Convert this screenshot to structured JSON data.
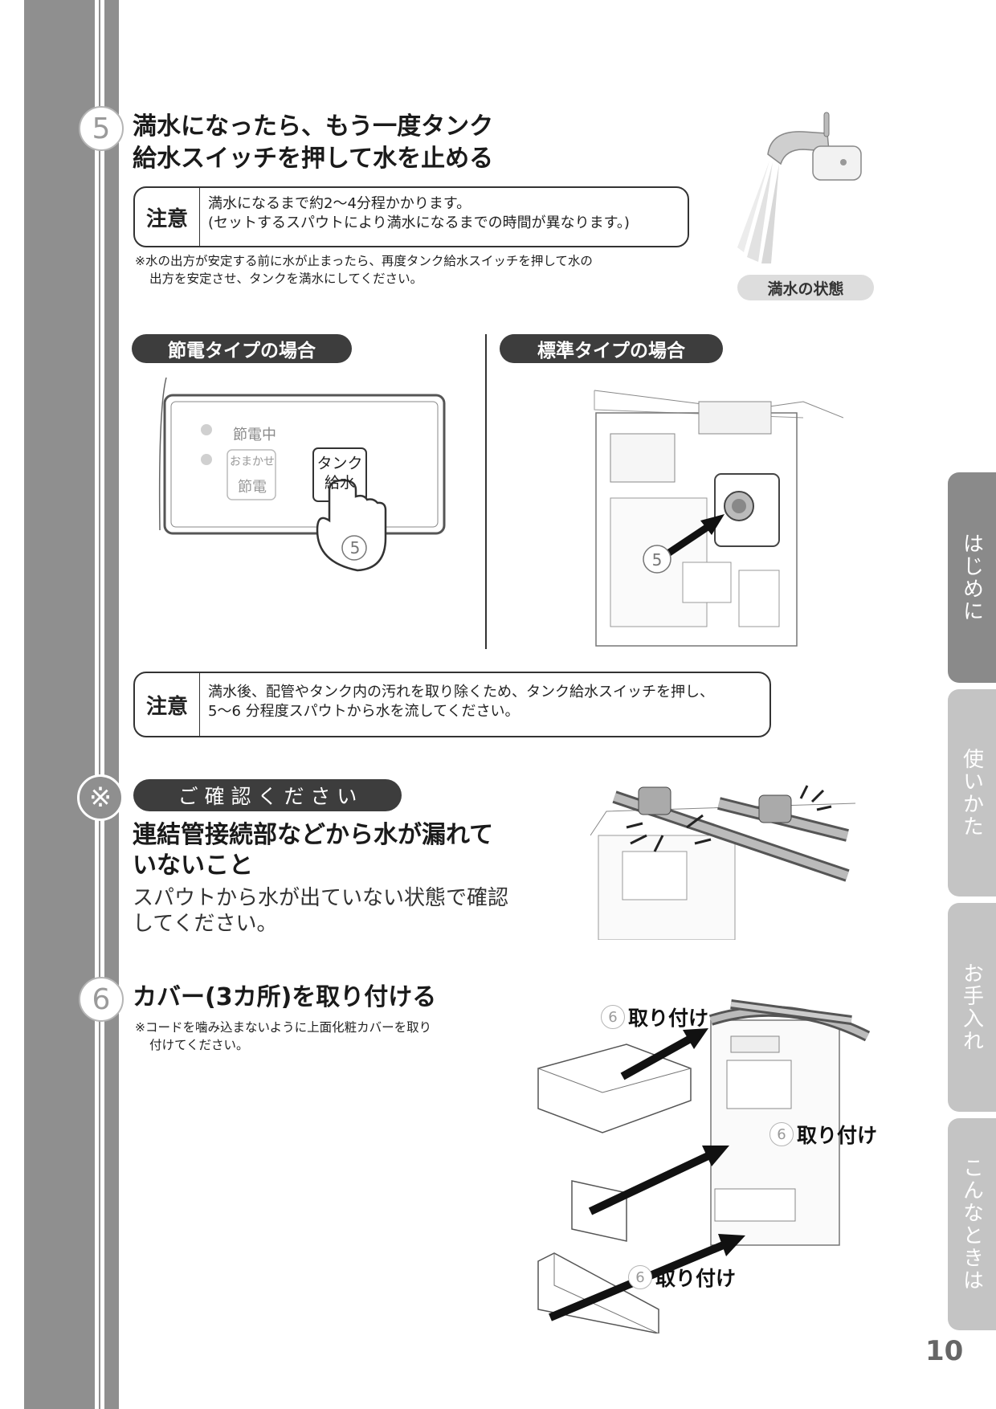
{
  "step5": {
    "number": "5",
    "title_line1": "満水になったら、もう一度タンク",
    "title_line2": "給水スイッチを押して水を止める",
    "caution1": {
      "label": "注意",
      "line1": "満水になるまで約2〜4分程かかります。",
      "line2": "(セットするスパウトにより満水になるまでの時間が異なります。)"
    },
    "note_line1": "※水の出方が安定する前に水が止まったら、再度タンク給水スイッチを押して水の",
    "note_line2": "出方を安定させ、タンクを満水にしてください。",
    "faucet_caption": "満水の状態",
    "setsuden_title": "節電タイプの場合",
    "standard_title": "標準タイプの場合",
    "panel": {
      "indicator": "節電中",
      "omakase_line1": "おまかせ",
      "omakase_line2": "節電",
      "tank_line1": "タンク",
      "tank_line2": "給水",
      "step_mark": "5"
    },
    "caution2": {
      "label": "注意",
      "line1": "満水後、配管やタンク内の汚れを取り除くため、タンク給水スイッチを押し、",
      "line2": "5〜6 分程度スパウトから水を流してください。"
    }
  },
  "confirm": {
    "symbol": "※",
    "pill": "ご 確 認 く だ さ い",
    "title_line1": "連結管接続部などから水が漏れて",
    "title_line2": "いないこと",
    "body_line1": "スパウトから水が出ていない状態で確認",
    "body_line2": "してください。"
  },
  "step6": {
    "number": "6",
    "title": "カバー(3カ所)を取り付ける",
    "note_line1": "※コードを噛み込まないように上面化粧カバーを取り",
    "note_line2": "付けてください。",
    "label_mark": "6",
    "label_text": "取り付け"
  },
  "tabs": [
    {
      "label": "はじめに",
      "active": true
    },
    {
      "label": "使いかた",
      "active": false
    },
    {
      "label": "お手入れ",
      "active": false
    },
    {
      "label": "こんなときは",
      "active": false
    }
  ],
  "page_number": "10",
  "colors": {
    "strip": "#8f8f8f",
    "tab_active": "#8a8a8a",
    "tab_inactive": "#c4c4c4",
    "pill": "#3d3d3d"
  }
}
